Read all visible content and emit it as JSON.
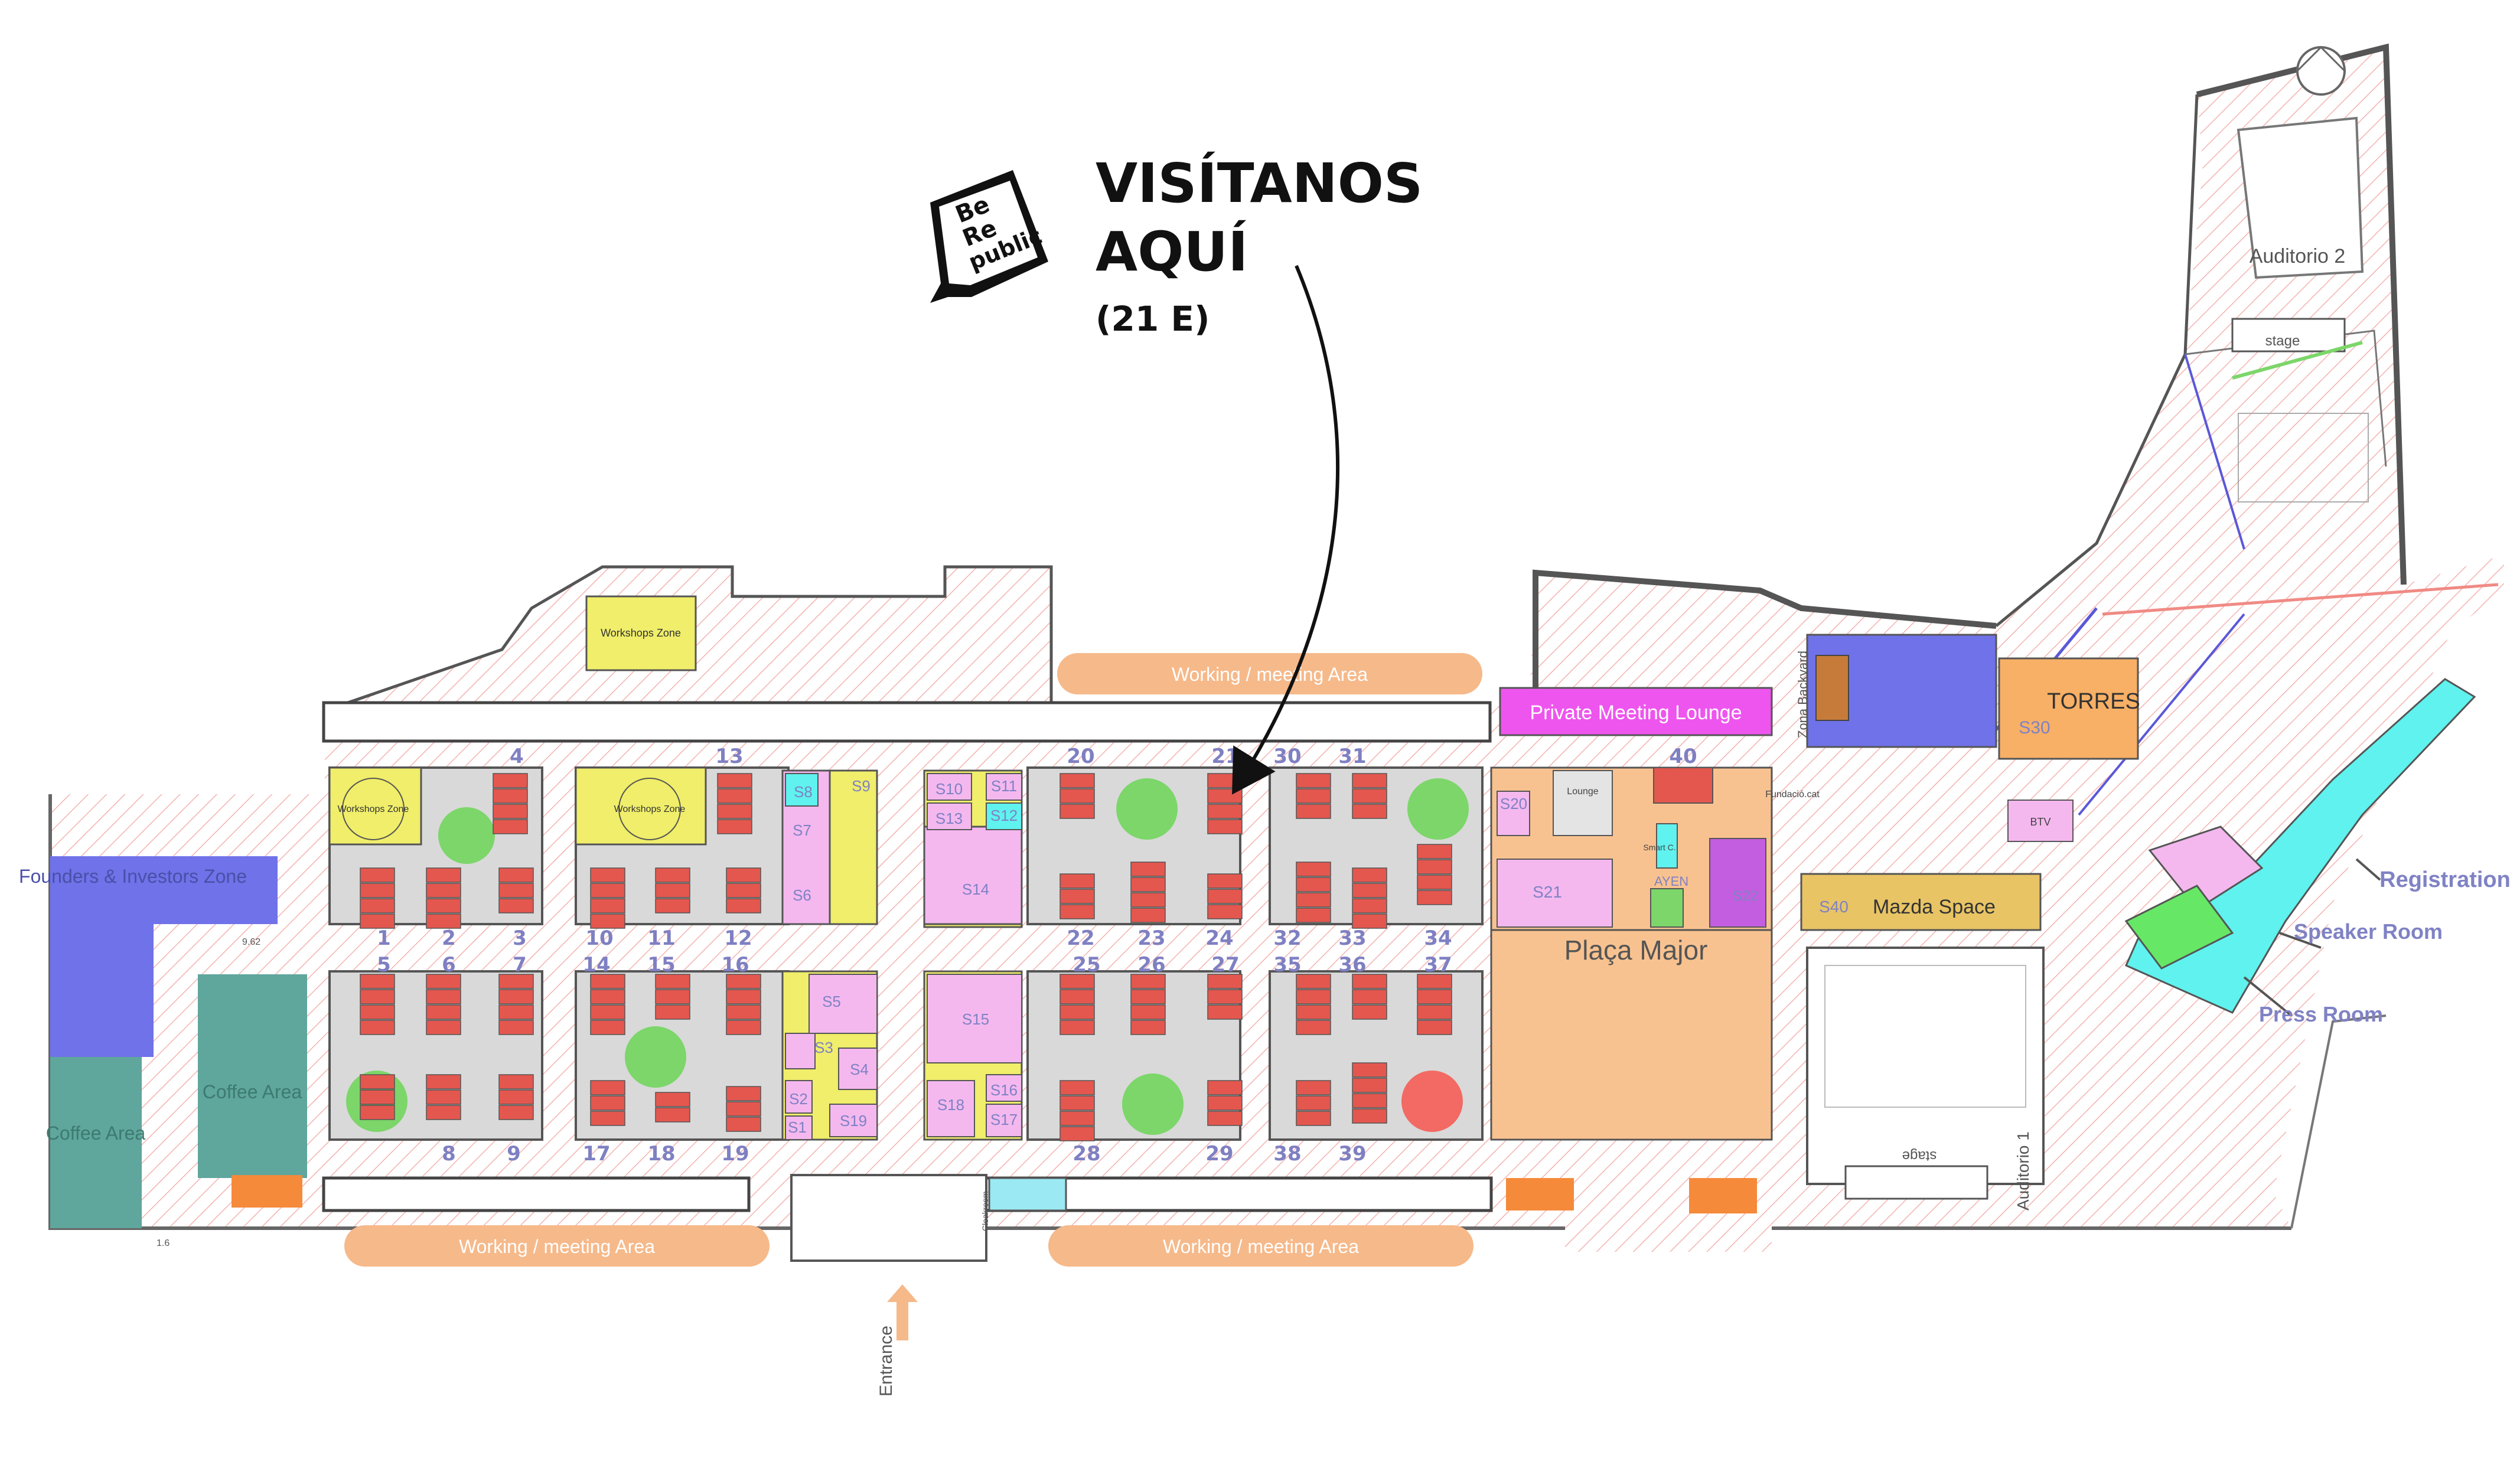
{
  "callout": {
    "logo_lines": [
      "Be",
      "Re",
      "public"
    ],
    "title_line1": "VISÍTANOS",
    "title_line2": "AQUÍ",
    "subtitle": "(21 E)"
  },
  "areas": {
    "working_top": "Working / meeting Area",
    "working_bottom_left": "Working / meeting Area",
    "working_bottom_right": "Working / meeting Area",
    "private_lounge": "Private Meeting Lounge",
    "torres": "TORRES",
    "s30": "S30",
    "zona_backyard": "Zona Backyard",
    "auditorio2": "Auditorio 2",
    "stage_top": "stage",
    "auditorio1": "Auditorio 1",
    "stage_bottom": "stage",
    "founders": "Founders & Investors Zone",
    "coffee1": "Coffee Area",
    "coffee2": "Coffee Area",
    "workshops_top": "Workshops Zone",
    "workshops_left": "Workshops Zone",
    "workshops_mid": "Workshops Zone",
    "placa_major": "Plaça Major",
    "mazda_s40": "S40",
    "mazda": "Mazda Space",
    "fundacio": "Fundació.cat",
    "btv": "BTV",
    "lounge": "Lounge",
    "smart": "Smart C.",
    "ayen": "AYEN",
    "s21": "S21",
    "s20": "S20",
    "s22": "S22",
    "registration": "Registration",
    "speaker": "Speaker Room",
    "press": "Press Room",
    "entrance": "Entrance",
    "cloakroom": "Cloakroom",
    "dim_962": "9.62",
    "dim_16": "1.6"
  },
  "stands": [
    "S1",
    "S2",
    "S3",
    "S4",
    "S5",
    "S6",
    "S7",
    "S8",
    "S9",
    "S10",
    "S11",
    "S12",
    "S13",
    "S14",
    "S15",
    "S16",
    "S17",
    "S18",
    "S19"
  ],
  "booth_numbers": [
    "1",
    "2",
    "3",
    "4",
    "5",
    "6",
    "7",
    "8",
    "9",
    "10",
    "11",
    "12",
    "13",
    "14",
    "15",
    "16",
    "17",
    "18",
    "19",
    "20",
    "21",
    "22",
    "23",
    "24",
    "25",
    "26",
    "27",
    "28",
    "29",
    "30",
    "31",
    "32",
    "33",
    "34",
    "35",
    "36",
    "37",
    "38",
    "39",
    "40"
  ],
  "colors": {
    "working": "#f6b98a",
    "booth_red": "#e4574e",
    "island_gray": "#d9d9d9",
    "green": "#7cd66a",
    "red_circle": "#f26a63",
    "workshop_yellow": "#f0ee6a",
    "pink": "#f4b8ef",
    "magenta": "#ee55ee",
    "purple": "#6f72e8",
    "teal": "#5fa69d",
    "orange_area": "#f8c290",
    "torres_orange": "#f7b066",
    "cyan": "#5ff2ee",
    "mazda_tan": "#e8c465",
    "label_blue": "#7f82c4"
  }
}
